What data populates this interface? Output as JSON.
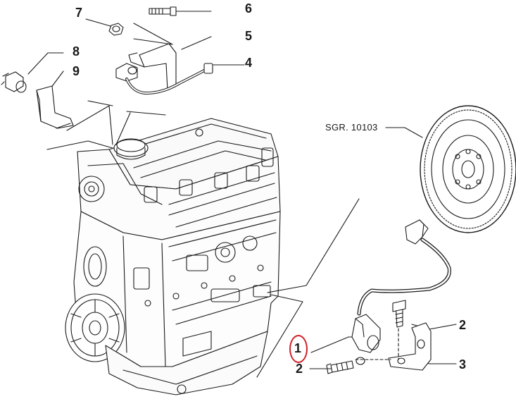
{
  "diagram": {
    "callouts": {
      "c7": "7",
      "c6": "6",
      "c5": "5",
      "c4": "4",
      "c8": "8",
      "c9": "9",
      "c1": "1",
      "c2a": "2",
      "c2b": "2",
      "c3": "3"
    },
    "reference_label": "SGR. 10103",
    "highlight_color": "#d0202a",
    "line_color": "#1a1a1a"
  }
}
